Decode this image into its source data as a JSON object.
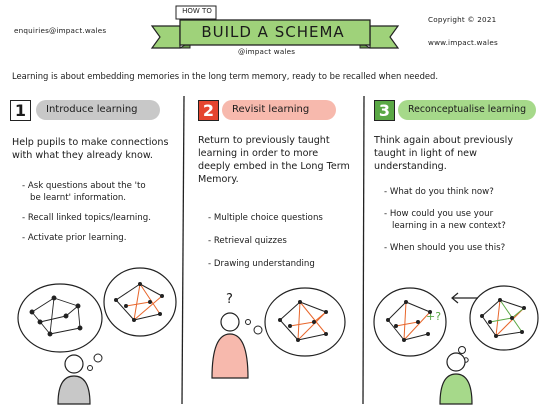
{
  "header": {
    "email": "enquiries@impact.wales",
    "copyright": "Copyright © 2021",
    "website": "www.impact.wales",
    "banner_small": "HOW TO",
    "banner_title": "BUILD A SCHEMA",
    "banner_handle": "@impact wales"
  },
  "intro": "Learning is about embedding memories in the long term memory, ready to be recalled when needed.",
  "colors": {
    "banner_green": "#9fd27a",
    "grey_pill": "#c8c8c8",
    "pink_pill": "#f7b9ad",
    "green_pill": "#a6d98a",
    "accent_red": "#e5452f",
    "accent_green": "#5aa845",
    "brain_link_orange": "#e8662b"
  },
  "columns": [
    {
      "number": "1",
      "title": "Introduce learning",
      "lead": [
        "Help pupils to make connections",
        "with what they already know."
      ],
      "bullets": [
        [
          "- Ask questions about the 'to",
          "be learnt' information."
        ],
        [
          "- Recall linked topics/learning."
        ],
        [
          "- Activate prior learning."
        ]
      ]
    },
    {
      "number": "2",
      "title": "Revisit learning",
      "lead": [
        "Return to previously taught",
        "learning in order to more",
        "deeply embed in the Long Term",
        "Memory."
      ],
      "bullets": [
        [
          "- Multiple choice questions"
        ],
        [
          "- Retrieval quizzes"
        ],
        [
          "- Drawing understanding"
        ]
      ],
      "thought_mark": "?"
    },
    {
      "number": "3",
      "title": "Reconceptualise learning",
      "lead": [
        "Think again about previously",
        "taught in light of new",
        "understanding."
      ],
      "bullets": [
        [
          "- What do you think now?"
        ],
        [
          "- How could you use your",
          "learning in a new context?"
        ],
        [
          "- When should you use this?"
        ]
      ],
      "plus_mark": "+?"
    }
  ]
}
